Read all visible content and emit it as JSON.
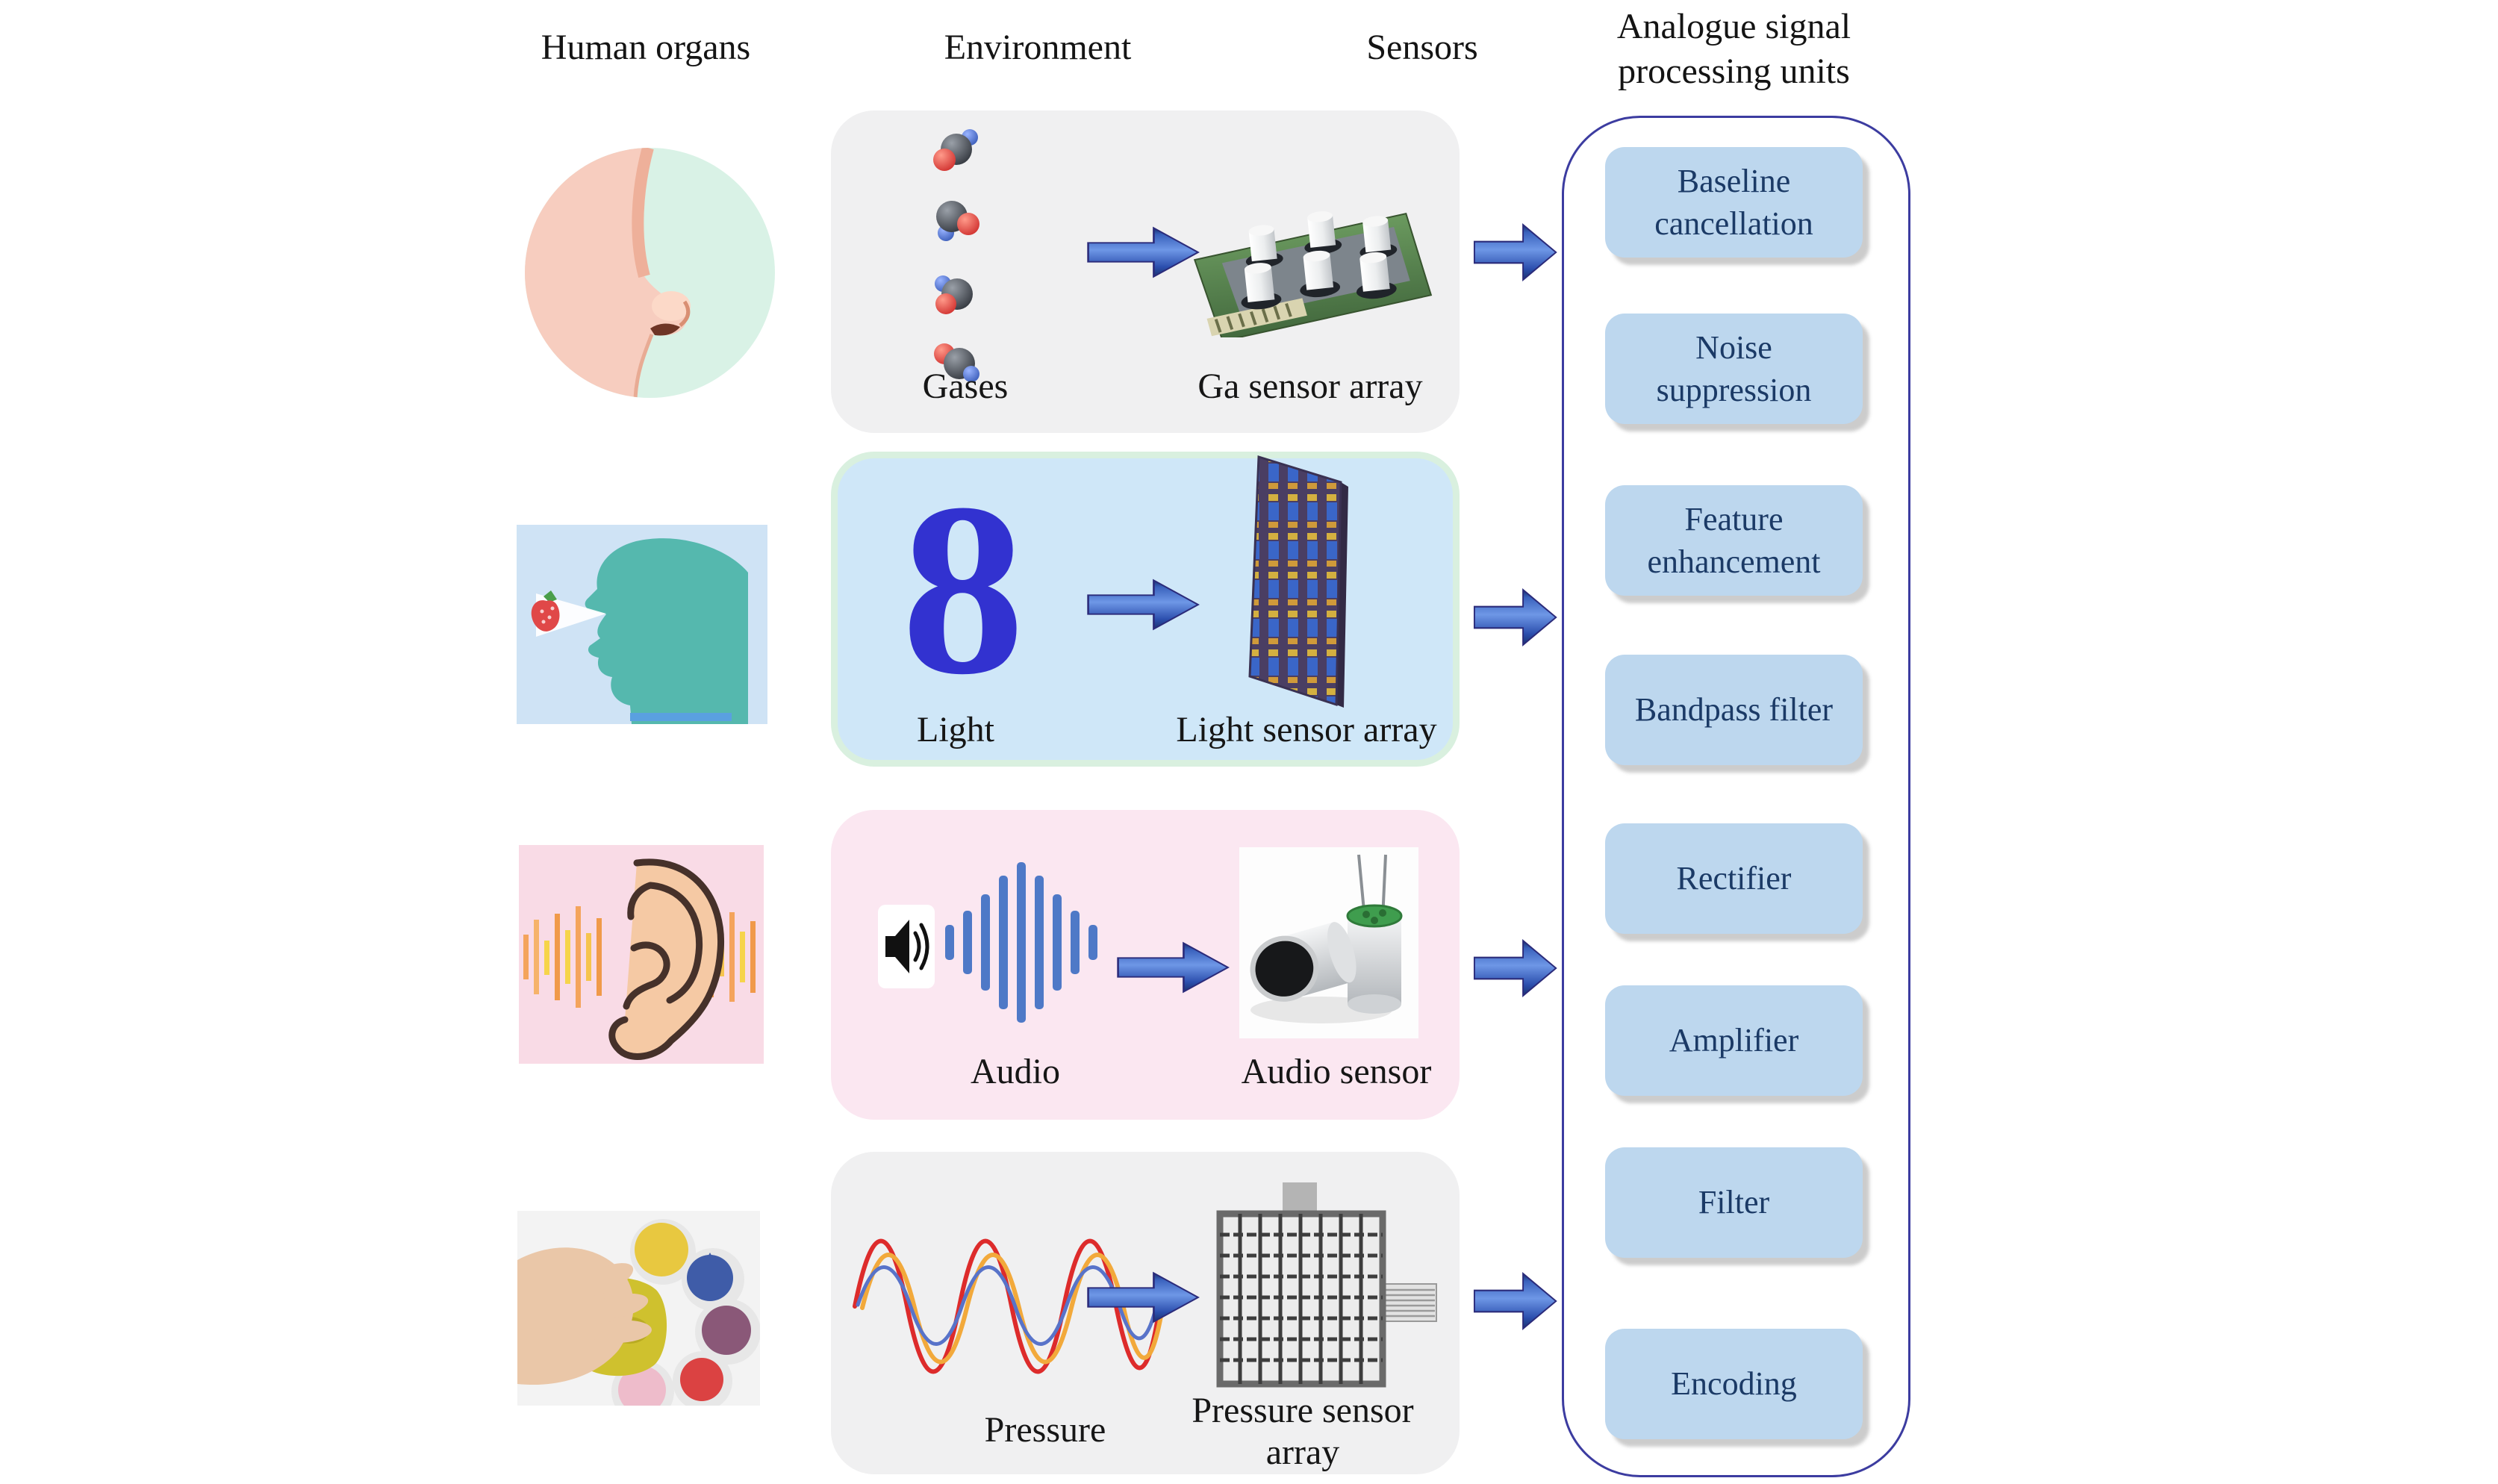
{
  "figure": {
    "headers": {
      "human_organs": "Human organs",
      "environment": "Environment",
      "sensors": "Sensors",
      "processing_line1": "Analogue signal",
      "processing_line2": "processing units"
    },
    "rows": [
      {
        "sense": "smell",
        "organ_icon": "nose-icon",
        "environment_icon": "gas-molecules-icon",
        "environment_label": "Gases",
        "sensor_icon": "gas-sensor-array-icon",
        "sensor_label": "Ga sensor array",
        "panel_color": "#f0f0f1"
      },
      {
        "sense": "sight",
        "organ_icon": "face-looking-at-strawberry-icon",
        "environment_icon": "digit-8-light-icon",
        "environment_symbol": "8",
        "environment_label": "Light",
        "sensor_icon": "light-sensor-array-icon",
        "sensor_label": "Light sensor array",
        "panel_color": "#cfe7f8"
      },
      {
        "sense": "hearing",
        "organ_icon": "ear-icon",
        "environment_icon": "speaker-soundwave-icon",
        "environment_label": "Audio",
        "sensor_icon": "audio-sensor-icon",
        "sensor_label": "Audio sensor",
        "panel_color": "#fbe7f1"
      },
      {
        "sense": "touch",
        "organ_icon": "hand-pressing-icon",
        "environment_icon": "pressure-waves-icon",
        "environment_label": "Pressure",
        "sensor_icon": "pressure-sensor-array-icon",
        "sensor_label": "Pressure sensor array",
        "panel_color": "#f0f0f1"
      }
    ],
    "processing_units": [
      "Baseline cancellation",
      "Noise suppression",
      "Feature enhancement",
      "Bandpass filter",
      "Rectifier",
      "Amplifier",
      "Filter",
      "Encoding"
    ],
    "colors": {
      "arrow_blue": "#3a63c2",
      "container_border": "#3c3ca0",
      "unit_box_fill": "#bdd7ee",
      "unit_box_text": "#1b3a66",
      "panel_gray": "#f0f0f1",
      "panel_blue": "#cfe7f8",
      "panel_blue_border": "#d9f0df",
      "panel_pink": "#fbe7f1",
      "light_digit_blue": "#3232d0"
    }
  }
}
